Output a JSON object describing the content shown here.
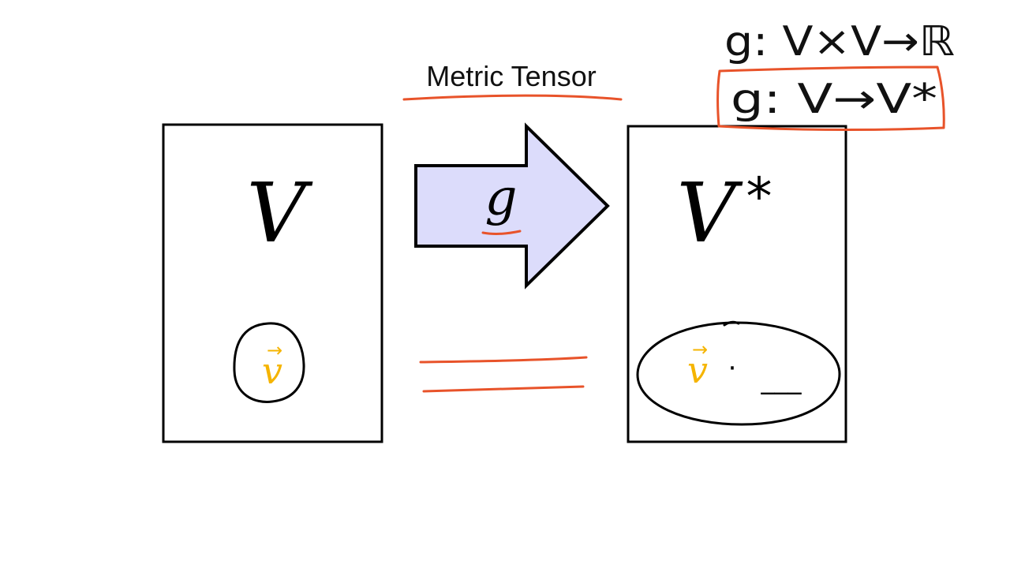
{
  "title": "Metric Tensor",
  "left_box": {
    "label": "V"
  },
  "right_box": {
    "label": "V",
    "superscript": "*",
    "blank": "___"
  },
  "arrow": {
    "label": "g"
  },
  "vector": {
    "symbol": "v",
    "accent": "→",
    "dot": "·"
  },
  "annotations": {
    "line1": "g: V×V→ℝ",
    "line2": "g: V→V*"
  },
  "colors": {
    "ink": "#000000",
    "highlight": "#e8532a",
    "arrow_fill": "#dcdcfb",
    "vector": "#f5b400"
  }
}
